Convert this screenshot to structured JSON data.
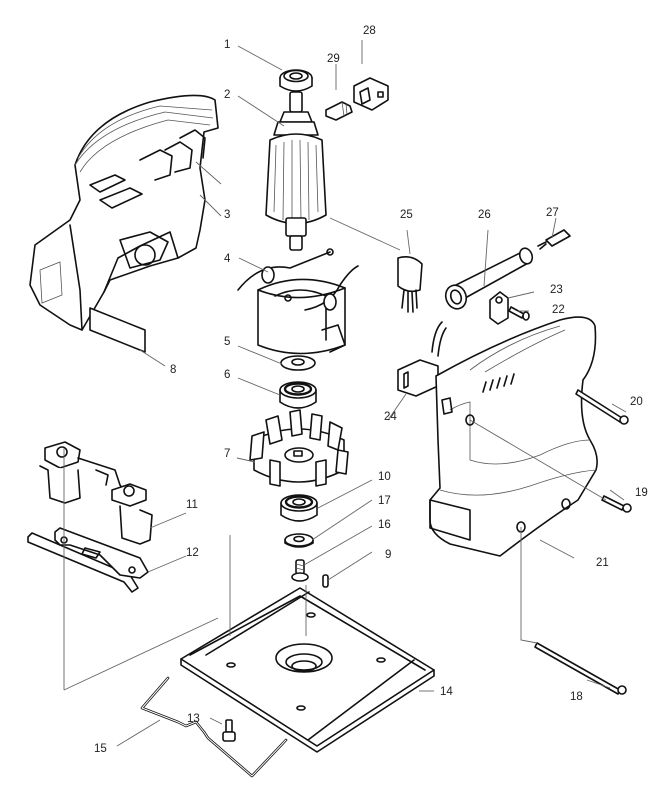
{
  "diagram": {
    "type": "exploded-parts-view",
    "background": "#ffffff",
    "line_color": "#111111",
    "parts": [
      {
        "number": "1",
        "name": "ball-bearing-top"
      },
      {
        "number": "2",
        "name": "armature"
      },
      {
        "number": "3",
        "name": "motor-housing-left"
      },
      {
        "number": "4",
        "name": "field-stator"
      },
      {
        "number": "5",
        "name": "washer"
      },
      {
        "number": "6",
        "name": "ball-bearing-middle"
      },
      {
        "number": "7",
        "name": "fan"
      },
      {
        "number": "8",
        "name": "name-plate"
      },
      {
        "number": "9",
        "name": "pin"
      },
      {
        "number": "10",
        "name": "ball-bearing-lower"
      },
      {
        "number": "11",
        "name": "balance-bracket"
      },
      {
        "number": "12",
        "name": "clamp-plate"
      },
      {
        "number": "13",
        "name": "screw"
      },
      {
        "number": "14",
        "name": "pad-base"
      },
      {
        "number": "15",
        "name": "paper-clamp-wire"
      },
      {
        "number": "16",
        "name": "screw-lower"
      },
      {
        "number": "17",
        "name": "washer-lower"
      },
      {
        "number": "18",
        "name": "long-screw"
      },
      {
        "number": "19",
        "name": "screw-short"
      },
      {
        "number": "20",
        "name": "screw-medium"
      },
      {
        "number": "21",
        "name": "motor-housing-right"
      },
      {
        "number": "22",
        "name": "screw-small"
      },
      {
        "number": "23",
        "name": "strain-relief"
      },
      {
        "number": "24",
        "name": "switch"
      },
      {
        "number": "25",
        "name": "noise-suppressor"
      },
      {
        "number": "26",
        "name": "cord-guard"
      },
      {
        "number": "27",
        "name": "carbon-brush"
      },
      {
        "number": "28",
        "name": "brush-holder-cap"
      },
      {
        "number": "29",
        "name": "carbon-brush-small"
      }
    ]
  }
}
